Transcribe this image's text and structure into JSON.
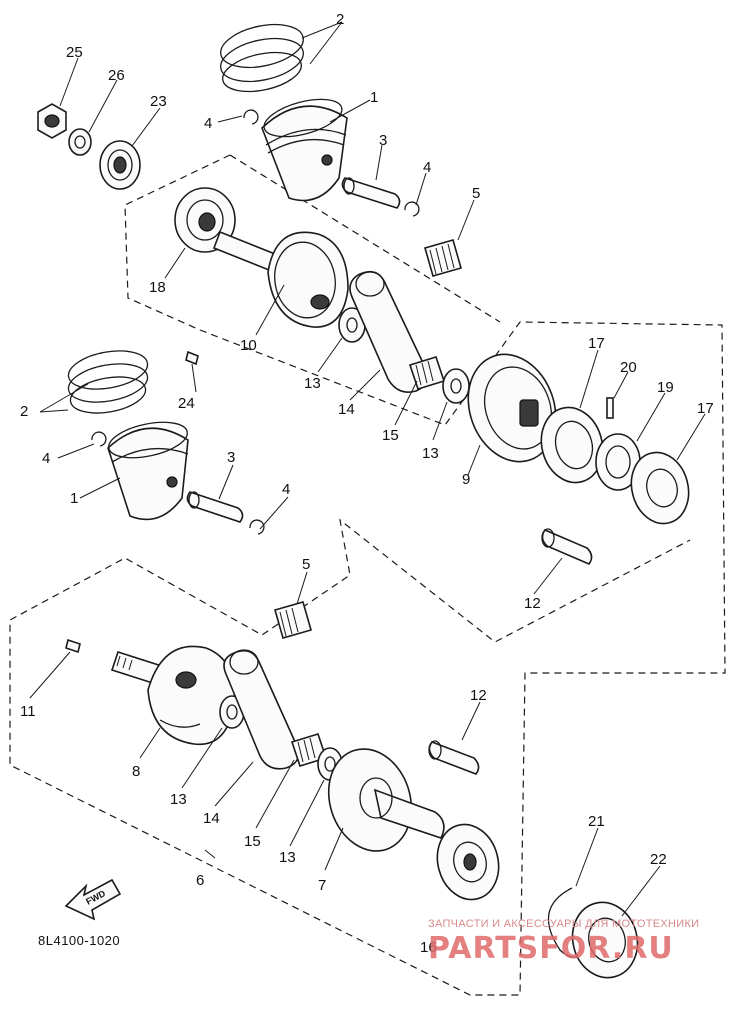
{
  "diagram_code": "8L4100-1020",
  "fwd_label": "FWD",
  "watermark": {
    "tagline": "ЗАПЧАСТИ И АКСЕССУАРЫ ДЛЯ МОТОТЕХНИКИ",
    "brand": "PARTSFOR.RU"
  },
  "callouts": {
    "c2a": "2",
    "c25": "25",
    "c26": "26",
    "c23": "23",
    "c4a": "4",
    "c1a": "1",
    "c3a": "3",
    "c4b": "4",
    "c5a": "5",
    "c18": "18",
    "c10": "10",
    "c13a": "13",
    "c14a": "14",
    "c24": "24",
    "c15a": "15",
    "c13b": "13",
    "c9": "9",
    "c17a": "17",
    "c20": "20",
    "c19": "19",
    "c17b": "17",
    "c12a": "12",
    "c2b": "2",
    "c4c": "4",
    "c1b": "1",
    "c3b": "3",
    "c4d": "4",
    "c5b": "5",
    "c11": "11",
    "c8": "8",
    "c13c": "13",
    "c14b": "14",
    "c15b": "15",
    "c13d": "13",
    "c12b": "12",
    "c7": "7",
    "c6": "6",
    "c21": "21",
    "c22": "22",
    "c16": "16"
  }
}
